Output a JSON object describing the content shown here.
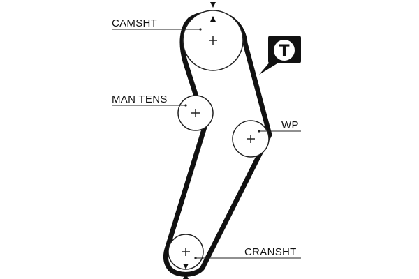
{
  "diagram": {
    "labels": {
      "camshaft": "CAMSHT",
      "manual_tensioner": "MAN TENS",
      "water_pump": "WP",
      "crankshaft": "CRANSHT"
    },
    "tensioner_badge": {
      "letter": "T"
    },
    "colors": {
      "belt": "#111111",
      "pulley_outline": "#222222",
      "background": "#ffffff"
    }
  }
}
